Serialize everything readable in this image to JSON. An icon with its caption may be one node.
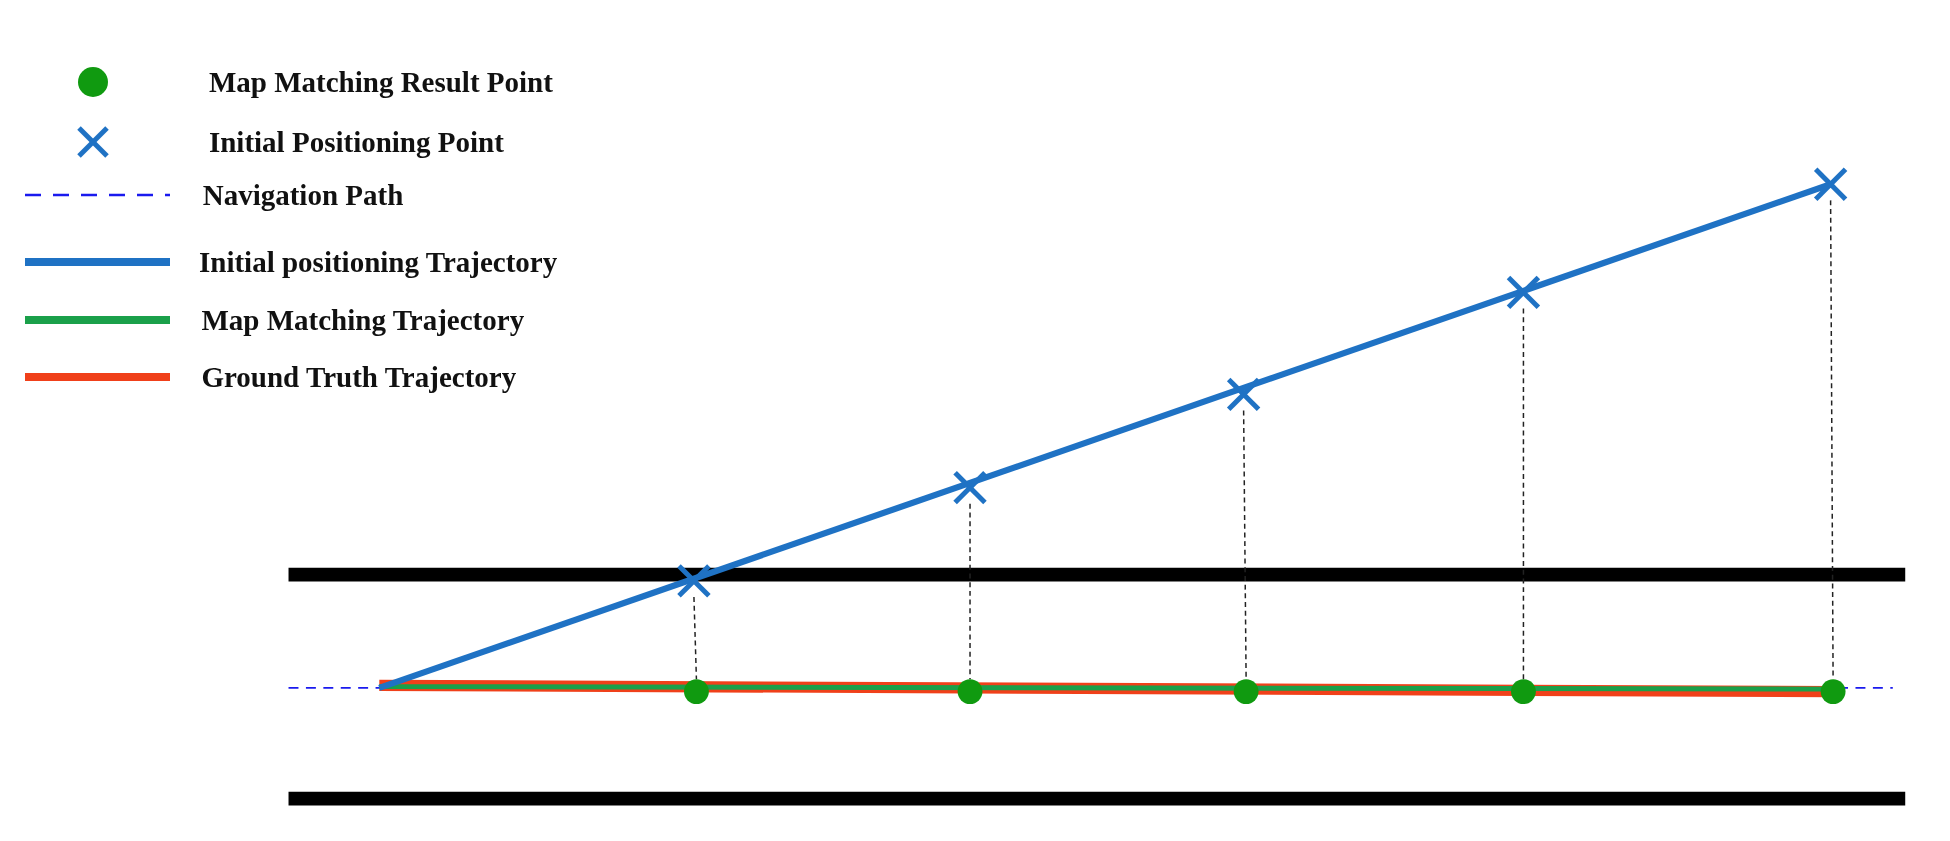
{
  "diagram": {
    "nodes": [
      {
        "text": [],
        "shape": "cross"
      },
      {
        "text": [],
        "shape": "cross"
      },
      {
        "text": [],
        "shape": "cross"
      },
      {
        "text": [],
        "shape": "cross"
      },
      {
        "text": [],
        "shape": "cross"
      },
      {
        "text": [],
        "shape": "circle"
      },
      {
        "text": [],
        "shape": "circle"
      },
      {
        "text": [],
        "shape": "circle"
      },
      {
        "text": [],
        "shape": "circle"
      },
      {
        "text": [],
        "shape": "circle"
      }
    ],
    "edges": [
      {
        "from": 0,
        "to": 5,
        "arrow": "none",
        "style": "dashed"
      },
      {
        "from": 1,
        "to": 6,
        "arrow": "none",
        "style": "dashed"
      },
      {
        "from": 2,
        "to": 7,
        "arrow": "none",
        "style": "dashed"
      },
      {
        "from": 3,
        "to": 8,
        "arrow": "none",
        "style": "dashed"
      },
      {
        "from": 4,
        "to": 9,
        "arrow": "none",
        "style": "dashed"
      }
    ],
    "legend": [
      {
        "text": "Map Matching Result Point"
      },
      {
        "text": "Initial Positioning Point"
      },
      {
        "text": "Navigation Path"
      },
      {
        "text": "Initial positioning Trajectory"
      },
      {
        "text": "Map Matching Trajectory"
      },
      {
        "text": "Ground Truth Trajectory"
      }
    ]
  }
}
